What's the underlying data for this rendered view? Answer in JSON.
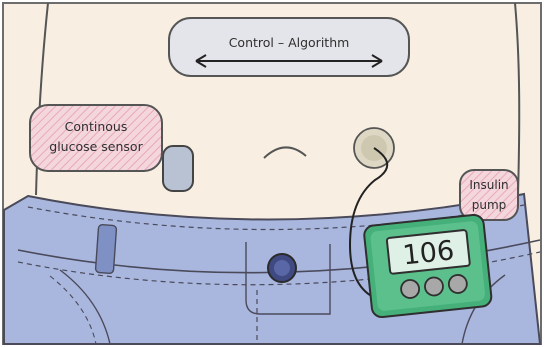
{
  "labels": {
    "control_algorithm": "Control – Algorithm",
    "cgm_line1": "Continous",
    "cgm_line2": "glucose sensor",
    "pump_line1": "Insulin",
    "pump_line2": "pump"
  },
  "pump": {
    "display_value": "106"
  },
  "colors": {
    "skin": "#f8efe2",
    "jeans": "#a9b7df",
    "label_pink": "#f2c9d2",
    "pump_green": "#45b07a",
    "screen_green": "#dff1e6",
    "sensor_gray": "#b9c2d3",
    "patch_beige": "#ddd7c4"
  }
}
